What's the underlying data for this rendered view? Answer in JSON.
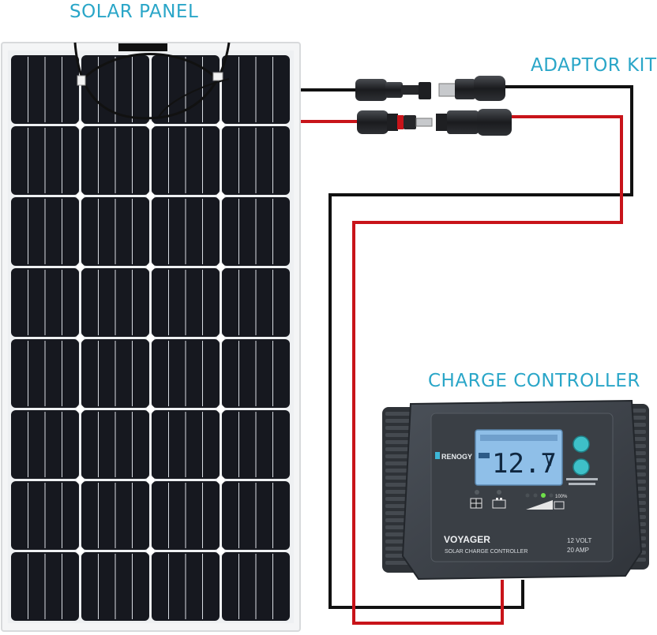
{
  "labels": {
    "solar_panel": "SOLAR PANEL",
    "adaptor_kit": "ADAPTOR KIT",
    "charge_controller": "CHARGE CONTROLLER"
  },
  "controller": {
    "brand": "RENOGY",
    "model": "VOYAGER",
    "subtitle": "SOLAR CHARGE CONTROLLER",
    "voltage_rating": "12 VOLT",
    "amp_rating": "20 AMP",
    "lcd_value": "12.7",
    "lcd_unit": "V",
    "battery_percent": "100%"
  },
  "colors": {
    "label": "#2aa6c8",
    "positive_wire": "#c8141a",
    "negative_wire": "#111111",
    "panel_cell": "#16181f",
    "controller_body": "#3e434a",
    "lcd": "#8fbfe8"
  }
}
